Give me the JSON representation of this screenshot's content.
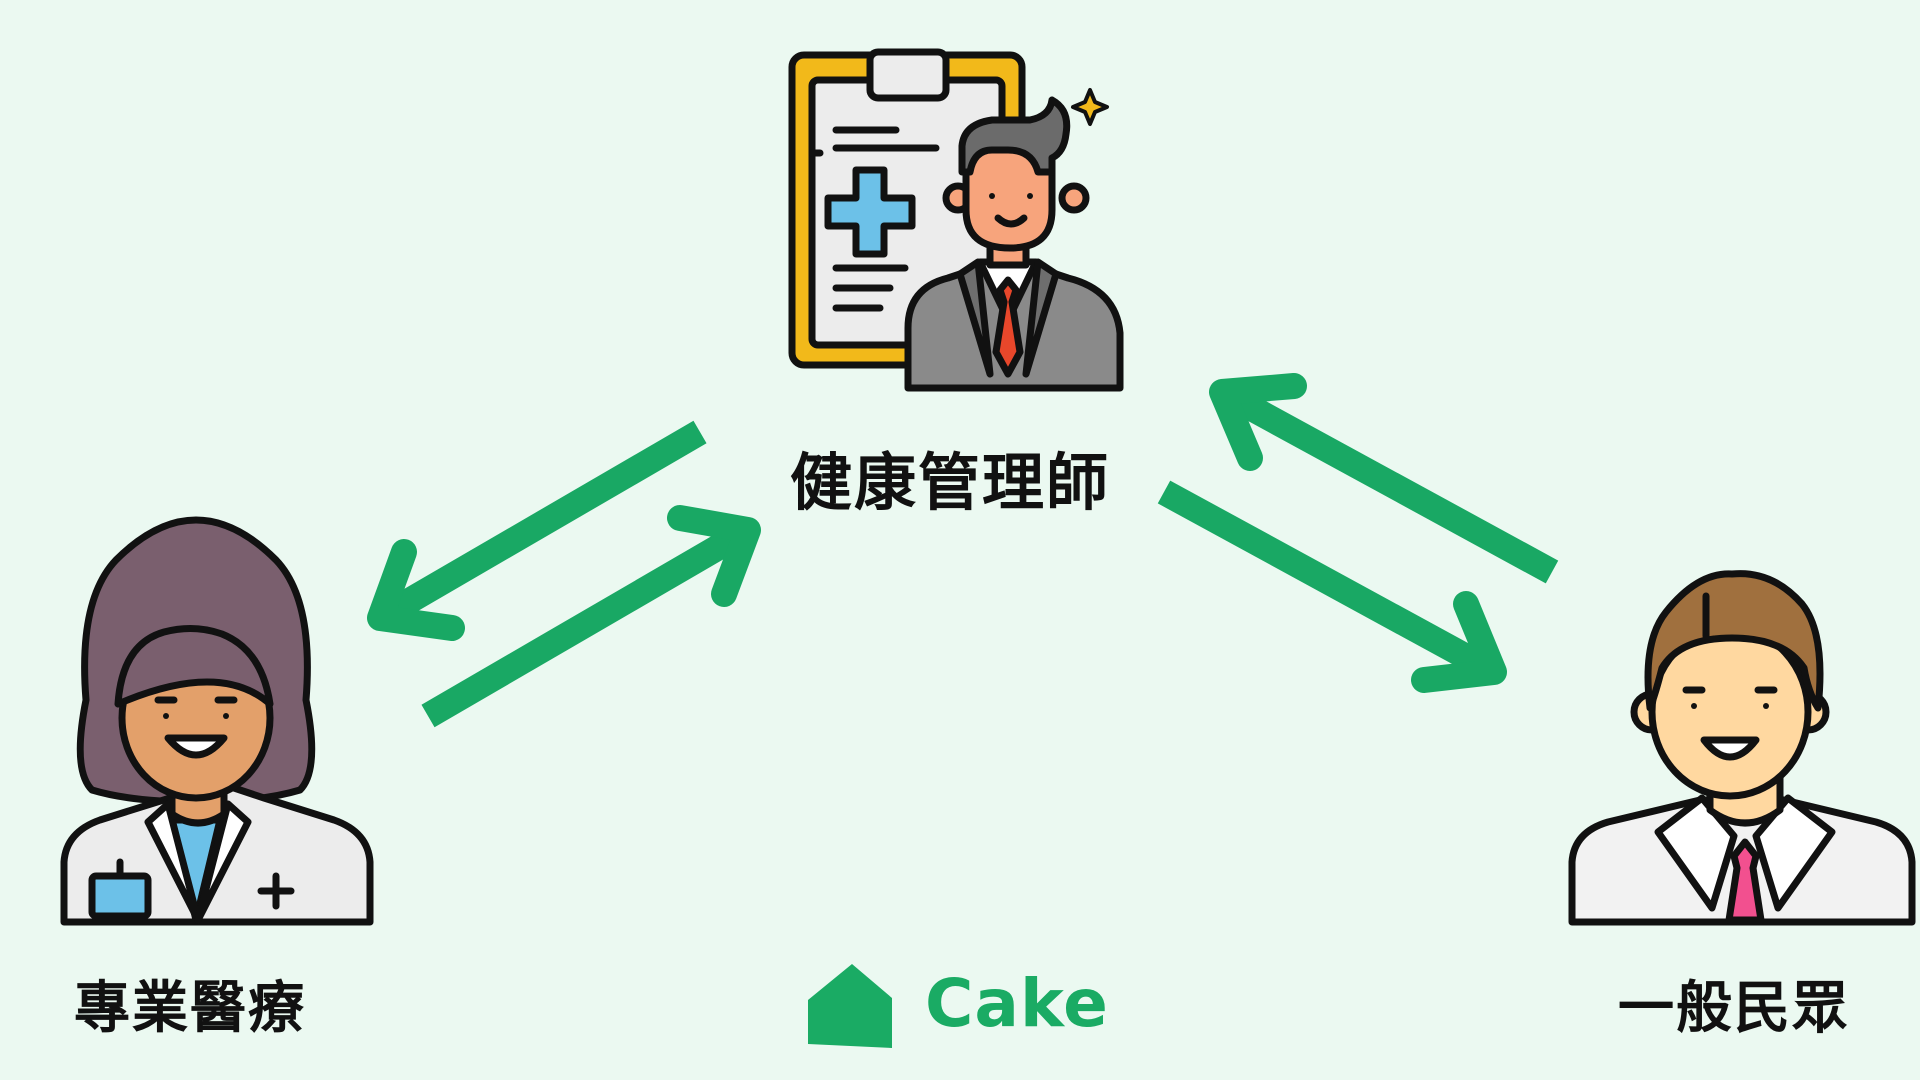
{
  "labels": {
    "health_manager": "健康管理師",
    "medical_professional": "專業醫療",
    "general_public": "一般民眾"
  },
  "brand": {
    "name": "Cake",
    "color": "#1aab64"
  },
  "colors": {
    "background": "#ebf9f1",
    "arrow": "#19a864"
  },
  "icons": {
    "center": "health-manager-clipboard-icon",
    "left": "female-doctor-icon",
    "right": "man-shirt-tie-icon",
    "brand": "cake-house-logo-icon"
  }
}
